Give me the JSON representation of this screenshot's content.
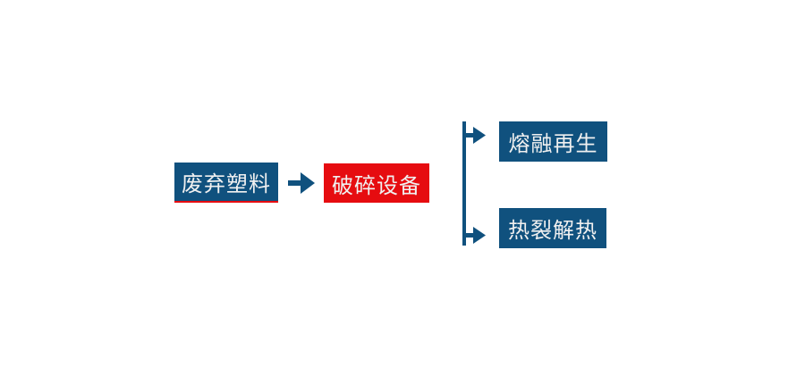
{
  "flowchart": {
    "nodes": {
      "source": {
        "label": "废弃塑料"
      },
      "process": {
        "label": "破碎设备"
      },
      "output_top": {
        "label": "熔融再生"
      },
      "output_bottom": {
        "label": "热裂解热"
      }
    },
    "colors": {
      "node_blue": "#10517e",
      "node_red": "#e60c10",
      "connector_blue": "#10517e",
      "label_text": "#f0f0f0",
      "background": "#ffffff",
      "source_underline_red": "#e60c10"
    }
  }
}
